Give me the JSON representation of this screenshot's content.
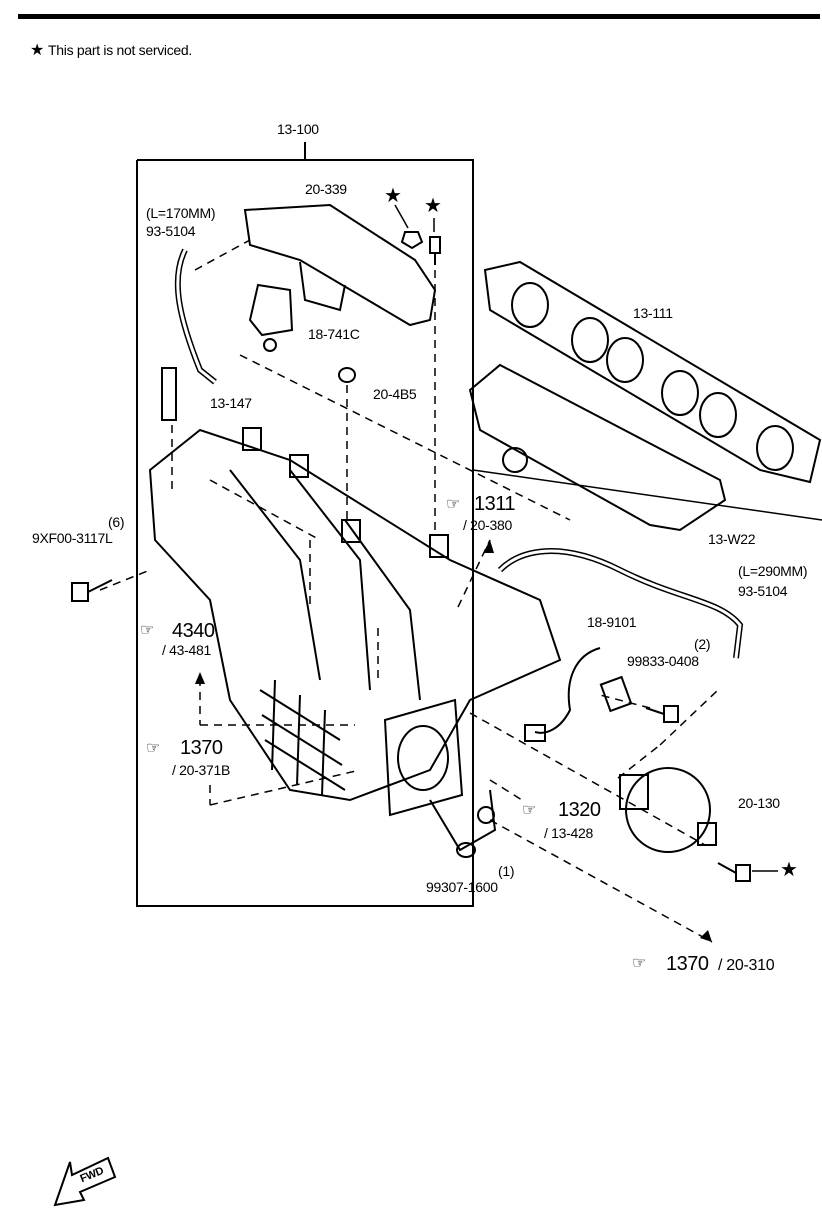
{
  "note": {
    "star": "★",
    "text": "This part is not serviced."
  },
  "callouts": {
    "assembly": "13-100",
    "cover": "20-339",
    "hose_left_len": "(L=170MM)",
    "hose_left_pn": "93-5104",
    "solenoid": "18-741C",
    "gasket_small": "20-4B5",
    "stud": "13-147",
    "gasket_manifold": "13-111",
    "qty_bolt": "(6)",
    "bolt": "9XF00-3117L",
    "ref_1311": "1311",
    "ref_1311_sub": "/ 20-380",
    "heat_shield": "13-W22",
    "hose_right_len": "(L=290MM)",
    "hose_right_pn": "93-5104",
    "ref_4340": "4340",
    "ref_4340_sub": "/ 43-481",
    "sensor": "18-9101",
    "qty_screw": "(2)",
    "screw": "99833-0408",
    "ref_1370": "1370",
    "ref_1370_sub": "/ 20-371B",
    "valve": "20-130",
    "ref_1320": "1320",
    "ref_1320_sub": "/ 13-428",
    "qty_oring": "(1)",
    "oring": "99307-1600",
    "ref_1370b": "1370",
    "ref_1370b_sub": "/ 20-310",
    "fwd": "FWD"
  },
  "icons": {
    "star": "★",
    "pointing_hand": "☞"
  }
}
